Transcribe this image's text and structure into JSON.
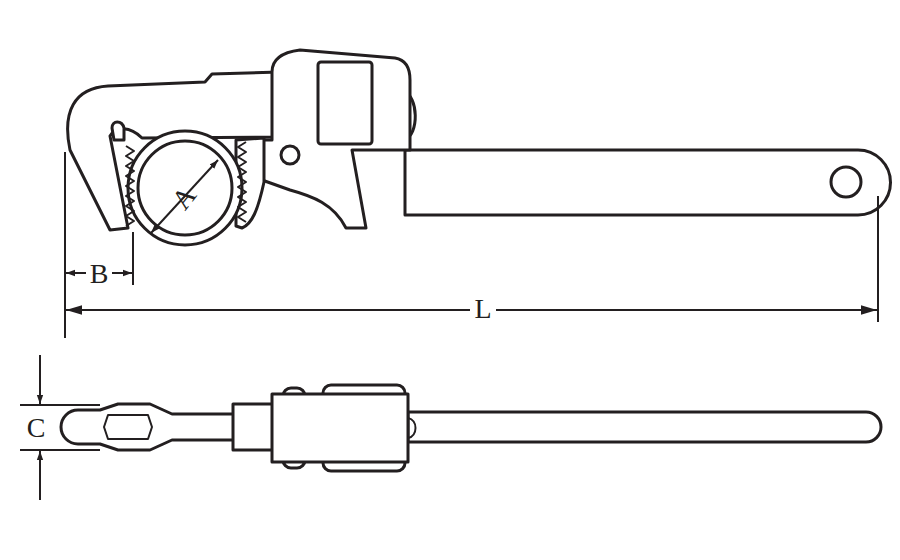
{
  "diagram": {
    "labels": [
      "A",
      "B",
      "L",
      "C"
    ]
  }
}
